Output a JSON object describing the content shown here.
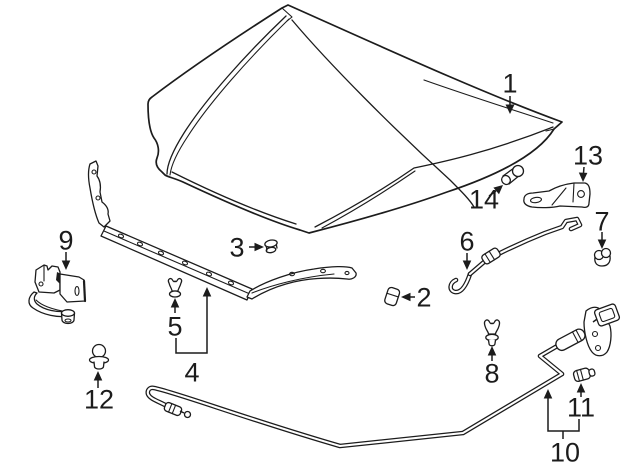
{
  "diagram": {
    "background_color": "#ffffff",
    "line_color": "#1c1c1c",
    "callouts": [
      {
        "number": "1"
      },
      {
        "number": "2"
      },
      {
        "number": "3"
      },
      {
        "number": "4"
      },
      {
        "number": "5"
      },
      {
        "number": "6"
      },
      {
        "number": "7"
      },
      {
        "number": "8"
      },
      {
        "number": "9"
      },
      {
        "number": "10"
      },
      {
        "number": "11"
      },
      {
        "number": "12"
      },
      {
        "number": "13"
      },
      {
        "number": "14"
      }
    ]
  }
}
